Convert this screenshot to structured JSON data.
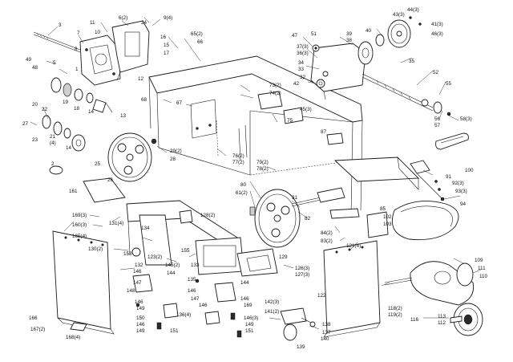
{
  "labels": {
    "p3": "3",
    "p7": "7",
    "p8": "8",
    "p49": "49",
    "p48": "48",
    "p5": "5",
    "p1": "1",
    "p19": "19",
    "p18": "18",
    "p14a": "14",
    "p20": "20",
    "p22": "22",
    "p27": "27",
    "p21": "21",
    "p4": "(4)",
    "p23": "23",
    "p14b": "14",
    "p2": "2",
    "p26": "26",
    "p25": "25",
    "p10": "10",
    "p11": "11",
    "p6": "6(2)",
    "p24": "24",
    "p9": "9(4)",
    "p16": "16",
    "p15": "15",
    "p17": "17",
    "p12": "12",
    "p13": "13",
    "p65": "65(2)",
    "p66": "66",
    "p67": "67",
    "p68": "68",
    "p29": "29(2)",
    "p28": "28",
    "p73": "73(2)",
    "p74": "74(2)",
    "p75": "75",
    "p76": "76(2)",
    "p77": "77(2)",
    "p79": "79(2)",
    "p78": "78(2)",
    "p47": "47",
    "p51": "51",
    "p37": "37(3)",
    "p36": "36(3)",
    "p34": "34",
    "p33": "33",
    "p32": "32",
    "p42": "42",
    "p45": "45(3)",
    "p39": "39",
    "p38": "38",
    "p40": "40",
    "p43": "43(3)",
    "p44": "44(3)",
    "p41": "41(3)",
    "p46": "46(3)",
    "p35": "35",
    "p52": "52",
    "p55": "55",
    "p56": "56",
    "p57": "57",
    "p58": "58(3)",
    "p87": "87",
    "p91": "91",
    "p92": "92(3)",
    "p93": "93(3)",
    "p100": "100",
    "p94": "94",
    "p161": "161",
    "p80": "80",
    "p81": "61(2)",
    "p31": "31",
    "p82": "82",
    "p85": "85",
    "p102": "102",
    "p103": "103",
    "p84": "84(2)",
    "p83": "83(2)",
    "p121": "121(4)",
    "p169": "169(3)",
    "p160": "160(3)",
    "p165": "165(4)",
    "p130": "130(2)",
    "p131": "131(4)",
    "p134": "134",
    "p128": "128(2)",
    "p158": "158",
    "p123": "123(2)",
    "p145": "145(2)",
    "p155": "155",
    "p132": "132",
    "p133": "133",
    "p129": "129",
    "p126": "126(3)",
    "p127": "127(3)",
    "p146a": "146",
    "p144a": "144",
    "p148": "148",
    "p147a": "147",
    "p146b": "146",
    "p149a": "149",
    "p136": "136(4)",
    "p150": "150",
    "p146c": "146",
    "p149b": "149",
    "p151a": "151",
    "p135": "135",
    "p146d": "146",
    "p147b": "147",
    "p146e": "146",
    "p144b": "144",
    "p146f": "146",
    "p169b": "169",
    "p146g": "146(3)",
    "p149c": "149",
    "p151b": "151",
    "p166": "166",
    "p167": "167(2)",
    "p168": "168(4)",
    "p122": "122",
    "p142": "142(3)",
    "p141": "141(2)",
    "p140": "140",
    "p139": "139",
    "p138": "138",
    "p137": "137",
    "p118": "118(2)",
    "p119": "119(2)",
    "p109": "109",
    "p111": "111",
    "p110": "110",
    "p116": "116",
    "p113": "113",
    "p112": "112"
  }
}
